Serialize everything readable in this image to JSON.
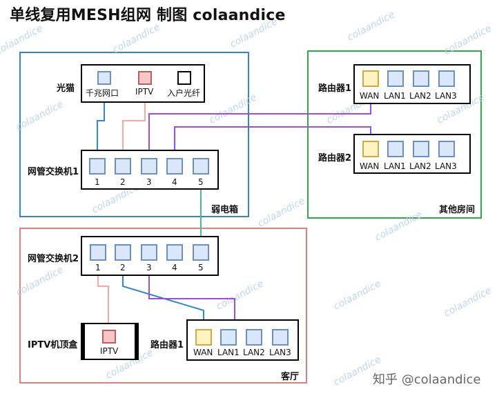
{
  "title": "单线复用MESH组网   制图 colaandice",
  "credit": "知乎 @colaandice",
  "watermark": "colaandice",
  "regions": {
    "weak_box": "弱电箱",
    "other_rooms": "其他房间",
    "living_room": "客厅"
  },
  "devices": {
    "modem": {
      "name": "光猫",
      "ports": [
        "千兆网口",
        "IPTV",
        "入户光纤"
      ]
    },
    "switch1": {
      "name": "网管交换机1",
      "ports": [
        "1",
        "2",
        "3",
        "4",
        "5"
      ]
    },
    "switch2": {
      "name": "网管交换机2",
      "ports": [
        "1",
        "2",
        "3",
        "4",
        "5"
      ]
    },
    "router1_room": {
      "name": "路由器1",
      "ports": [
        "WAN",
        "LAN1",
        "LAN2",
        "LAN3"
      ]
    },
    "router2_room": {
      "name": "路由器2",
      "ports": [
        "WAN",
        "LAN1",
        "LAN2",
        "LAN3"
      ]
    },
    "router1_living": {
      "name": "路由器1",
      "ports": [
        "WAN",
        "LAN1",
        "LAN2",
        "LAN3"
      ]
    },
    "iptv_box": {
      "name": "IPTV机顶盒",
      "ports": [
        "IPTV"
      ]
    }
  },
  "colors": {
    "blue_region": "#2f86d1",
    "green_region": "#2fa84a",
    "red_region": "#e07f7f",
    "wire_blue": "#2f86d1",
    "wire_pink": "#f0a8a0",
    "wire_purple": "#9b4fd6",
    "wire_green": "#3fbf8e"
  }
}
